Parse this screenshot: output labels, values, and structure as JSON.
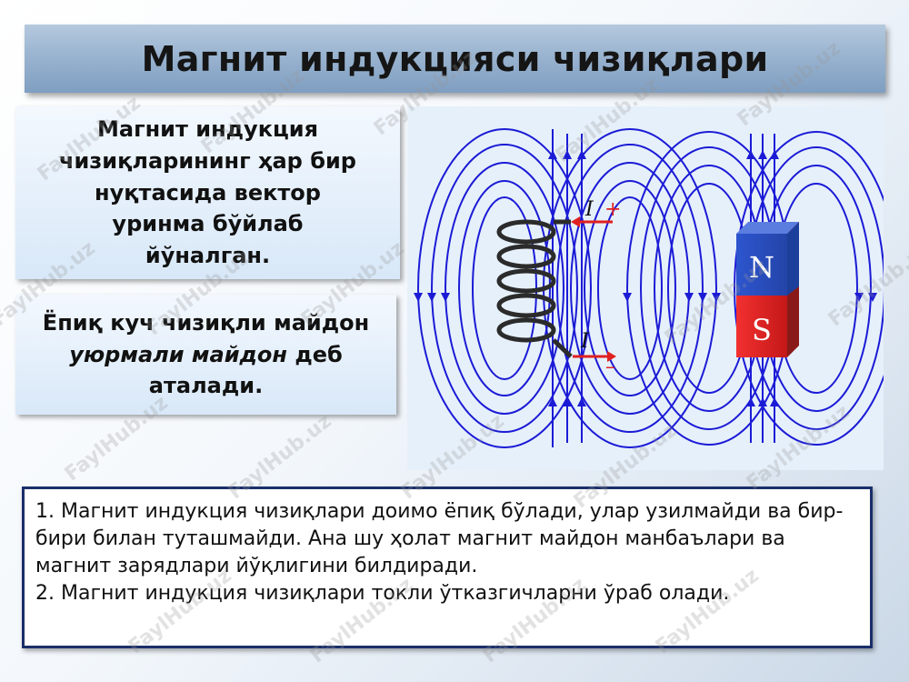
{
  "slide": {
    "title": "Магнит индукцияси чизиқлари",
    "box1_text": "Магнит индукция чизиқларининг ҳар бир нуқтасида вектор уринма бўйлаб йўналган.",
    "box2": {
      "before": "Ёпиқ куч чизиқли майдон ",
      "italic": "уюрмали майдон",
      "after": " деб аталади."
    },
    "figure": {
      "current_label": "I",
      "plus_sign": "+",
      "minus_sign": "–",
      "pole_north": "N",
      "pole_south": "S"
    },
    "notes": {
      "item1": "1. Магнит индукция чизиқлари доимо ёпиқ бўлади, улар узилмайди ва бир-бири билан туташмайди. Ана шу ҳолат магнит майдон манбаълари ва магнит зарядлари йўқлигини билдиради.",
      "item2": "2. Магнит индукция чизиқлари токли ўтказгичларни ўраб олади."
    },
    "watermark": "FaylHub.uz",
    "colors": {
      "field_line": "#1b1bd6",
      "north": "#2a4fc4",
      "south": "#e32222",
      "arrow": "#e02020"
    }
  }
}
